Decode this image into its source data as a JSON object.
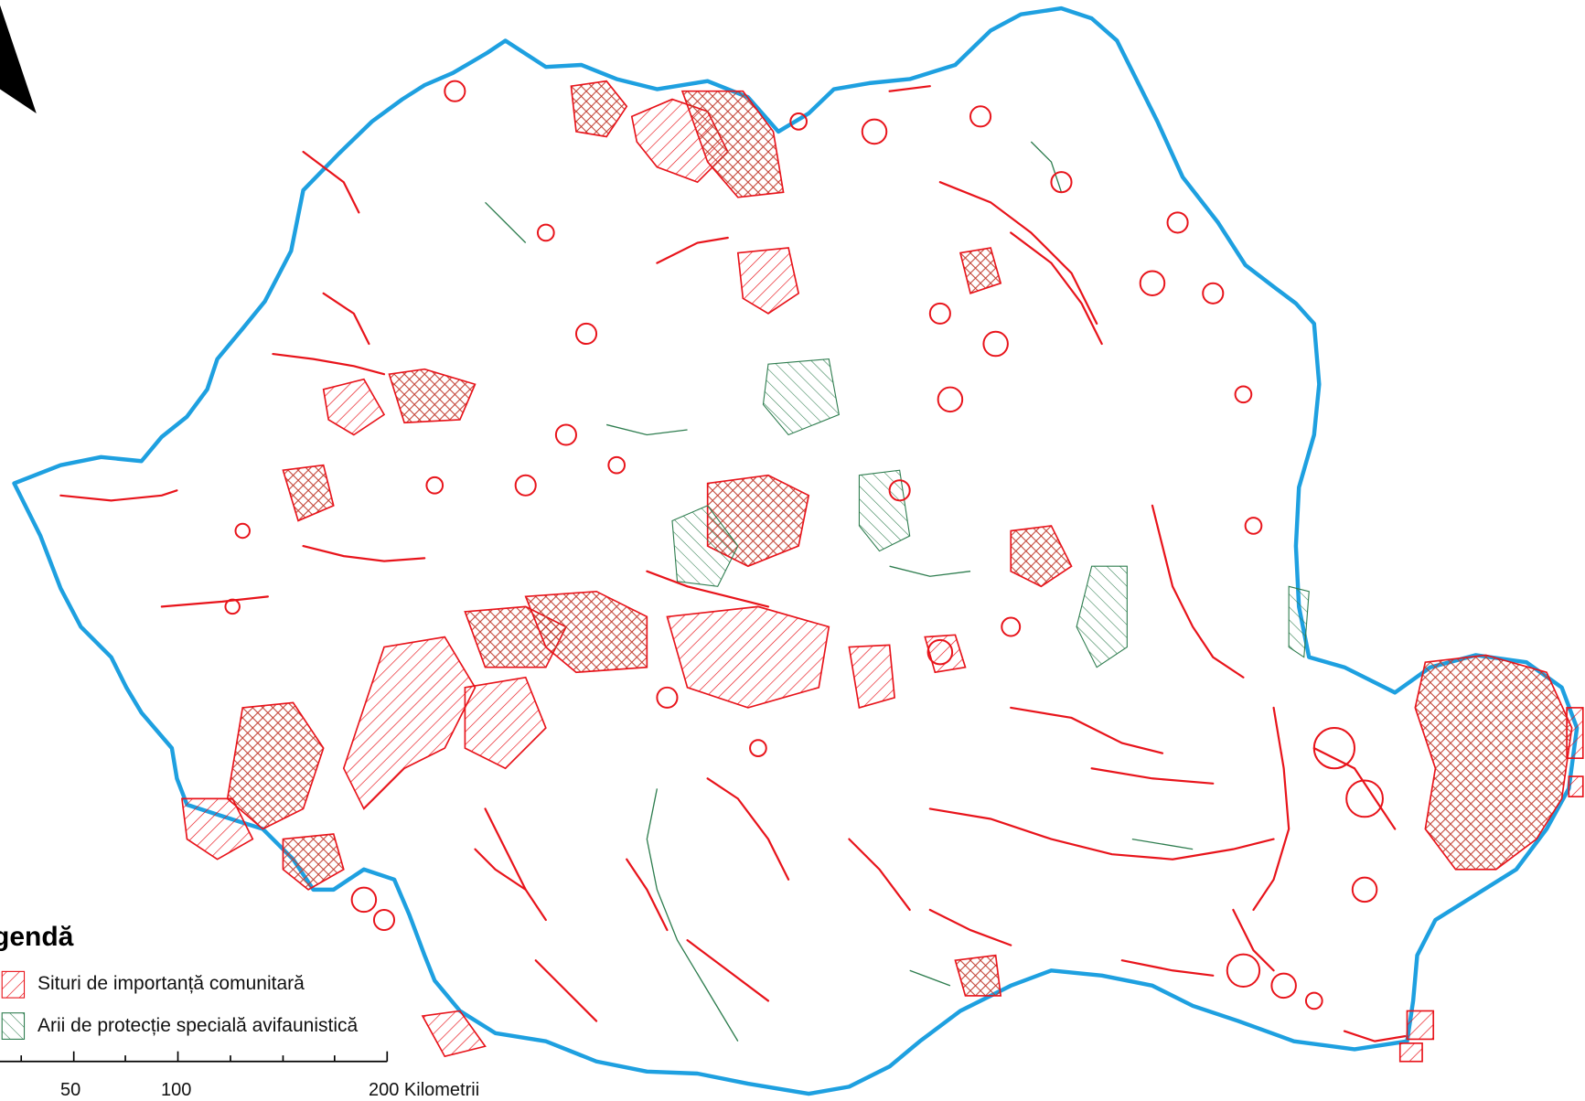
{
  "map": {
    "legend": {
      "title": "gendă",
      "items": [
        {
          "label": "Situri de importanță comunitară",
          "color": "#e8141b"
        },
        {
          "label": "Arii de protecție specială avifaunistică",
          "color": "#2e7d4f"
        }
      ]
    },
    "scale_bar": {
      "labels": [
        "50",
        "100",
        "200 Kilometrii"
      ]
    },
    "colors": {
      "border": "#1ea0e0",
      "sci": "#e8141b",
      "spa": "#2e7d4f"
    },
    "icons": [
      "north-arrow-icon"
    ]
  }
}
